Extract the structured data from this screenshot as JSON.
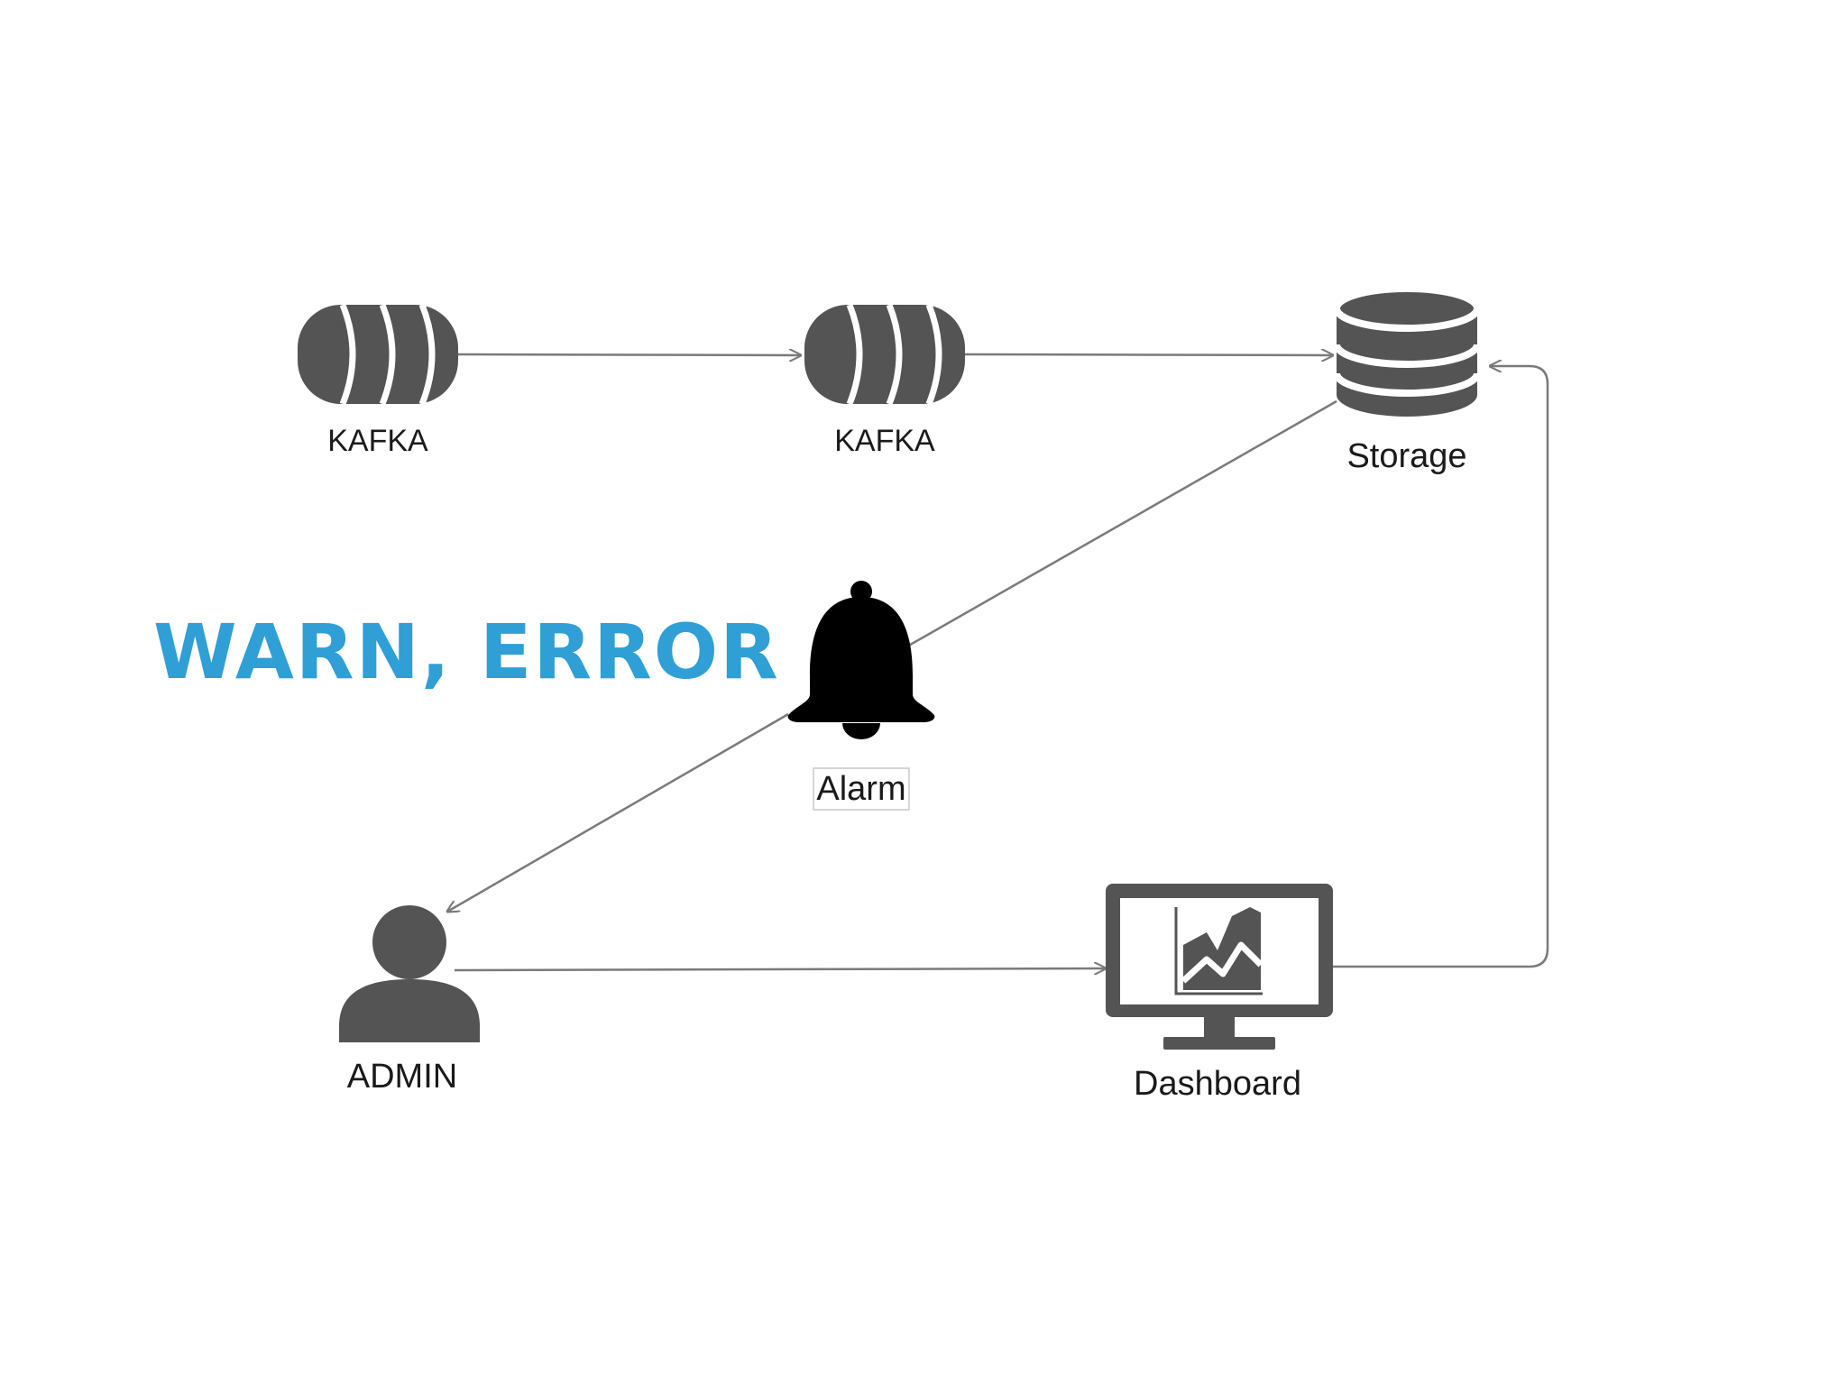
{
  "headline": {
    "text": "WARN, ERROR",
    "color": "#2f9fd6"
  },
  "nodes": {
    "kafka1": {
      "label": "KAFKA",
      "icon": "kafka-queue-icon"
    },
    "kafka2": {
      "label": "KAFKA",
      "icon": "kafka-queue-icon"
    },
    "storage": {
      "label": "Storage",
      "icon": "database-icon"
    },
    "alarm": {
      "label": "Alarm",
      "icon": "bell-icon"
    },
    "admin": {
      "label": "ADMIN",
      "icon": "user-icon"
    },
    "dashboard": {
      "label": "Dashboard",
      "icon": "monitor-chart-icon"
    }
  },
  "edges": [
    {
      "from": "kafka1",
      "to": "kafka2"
    },
    {
      "from": "kafka2",
      "to": "storage"
    },
    {
      "from": "storage",
      "to": "admin",
      "via": "alarm"
    },
    {
      "from": "admin",
      "to": "dashboard"
    },
    {
      "from": "dashboard",
      "to": "storage"
    }
  ],
  "colors": {
    "icon": "#545454",
    "bell": "#000000",
    "arrow": "#7a7a7a",
    "label": "#1a1a1a"
  }
}
